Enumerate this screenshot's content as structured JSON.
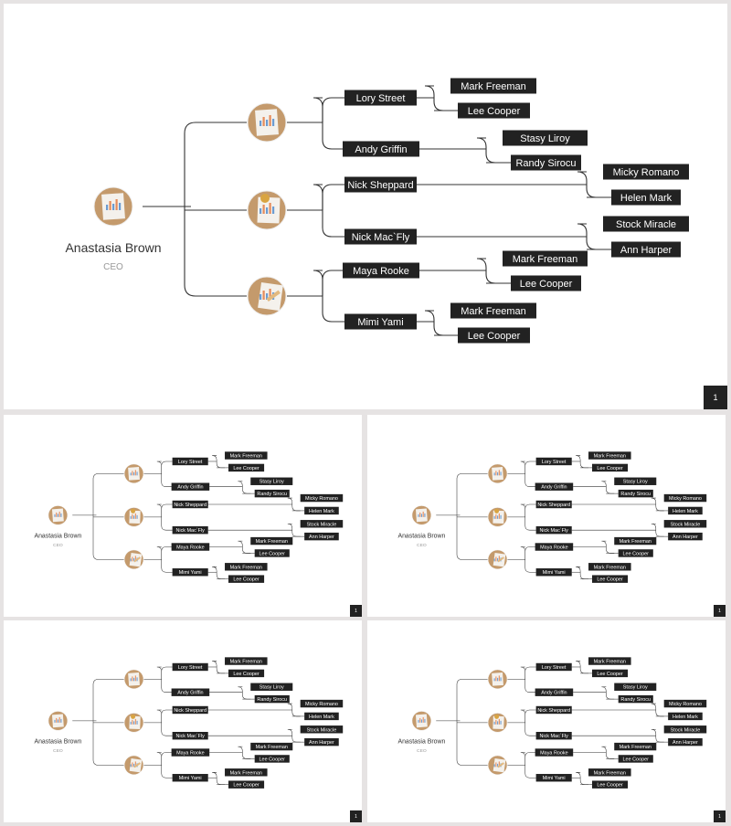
{
  "person": {
    "name": "Anastasia Brown",
    "title": "CEO"
  },
  "groups": [
    {
      "photo": "desk-photo-icon",
      "managers": [
        {
          "name": "Lory Street",
          "reports": [
            "Mark Freeman",
            "Lee Cooper"
          ]
        },
        {
          "name": "Andy Griffin",
          "reports": [
            "Stasy Liroy",
            "Randy Sirocu"
          ]
        }
      ]
    },
    {
      "photo": "coffee-desk-photo-icon",
      "managers": [
        {
          "name": "Nick Sheppard",
          "reports": [
            "Micky Romano",
            "Helen Mark"
          ]
        },
        {
          "name": "Nick Mac`Fly",
          "reports": [
            "Stock Miracle",
            "Ann Harper"
          ]
        }
      ]
    },
    {
      "photo": "writing-hand-photo-icon",
      "managers": [
        {
          "name": "Maya Rooke",
          "reports": [
            "Mark Freeman",
            "Lee Cooper"
          ]
        },
        {
          "name": "Mimi Yami",
          "reports": [
            "Mark Freeman",
            "Lee Cooper"
          ]
        }
      ]
    }
  ],
  "page_number": "1",
  "colors": {
    "box": "#222222",
    "box_text": "#ffffff",
    "line": "#333333",
    "name_text": "#333333",
    "title_text": "#999999",
    "photo_wood": "#c49a6c",
    "photo_paper": "#f4f1ec"
  }
}
